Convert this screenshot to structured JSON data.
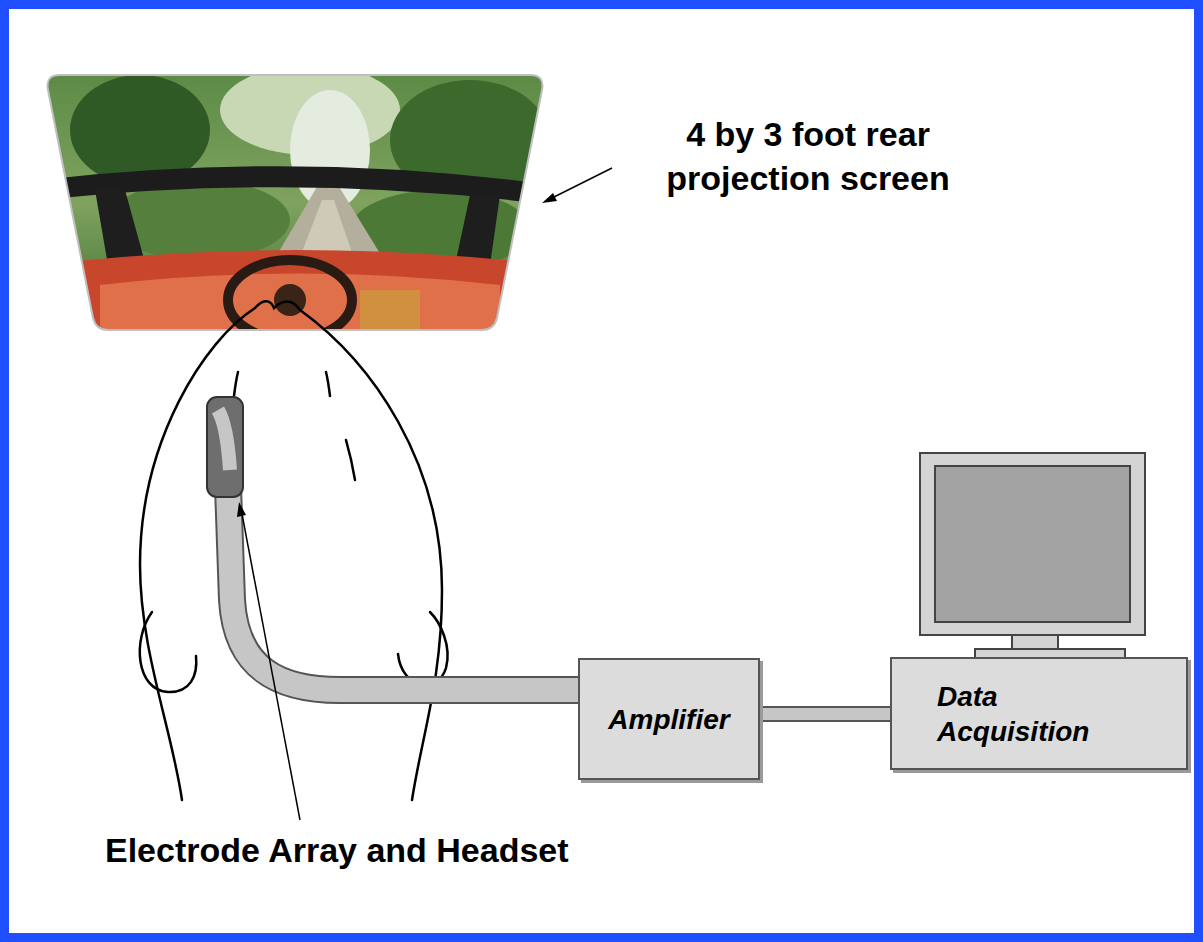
{
  "diagram": {
    "nodes": [
      {
        "text": [
          "Amplifier"
        ]
      },
      {
        "text": [
          "Data Acquisition"
        ]
      }
    ],
    "edges": [
      {
        "from": 0,
        "to": 1,
        "arrow": "none"
      }
    ],
    "labels": [
      "4 by 3 foot rear projection screen",
      "Electrode Array and Headset"
    ]
  }
}
